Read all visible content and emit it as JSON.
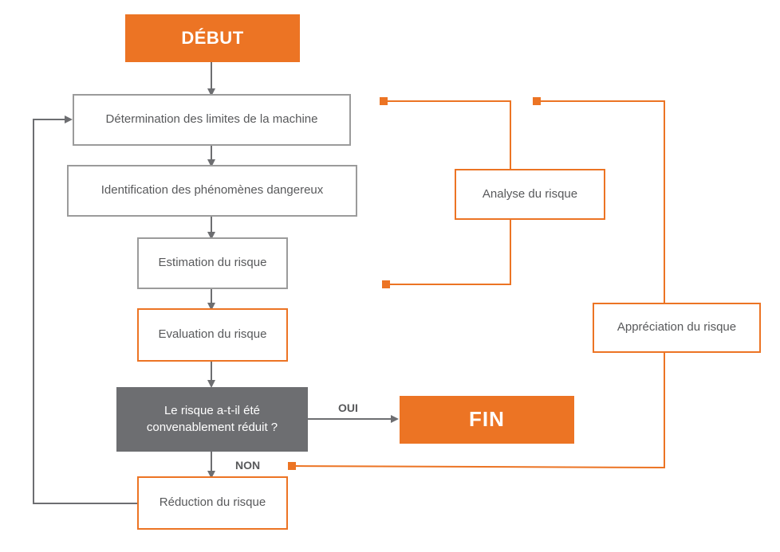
{
  "diagram": {
    "start": "DÉBUT",
    "steps": [
      "Détermination des limites de la machine",
      "Identification des phénomènes dangereux",
      "Estimation du risque",
      "Evaluation du risque"
    ],
    "decision": "Le risque a-t-il été\nconvenablement réduit ?",
    "end": "FIN",
    "reduction": "Réduction du risque",
    "yes_label": "OUI",
    "no_label": "NON",
    "group_analysis": "Analyse du risque",
    "group_appraisal": "Appréciation du risque"
  },
  "colors": {
    "orange": "#ec7424",
    "gray_border": "#9b9b9b",
    "arrow_gray": "#6d6e71",
    "decision_fill": "#6d6e71",
    "text": "#58595b"
  }
}
